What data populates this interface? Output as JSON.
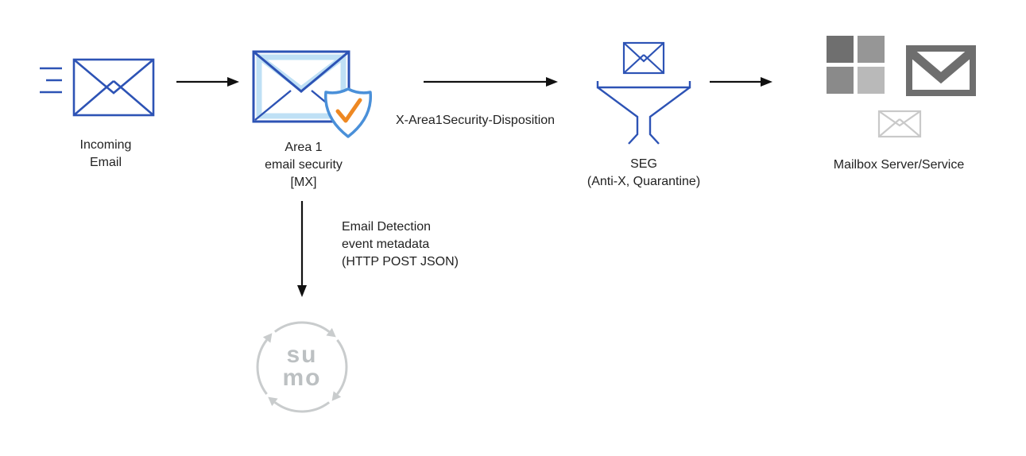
{
  "nodes": {
    "incoming_email": {
      "label_lines": [
        "Incoming",
        "Email"
      ]
    },
    "area1": {
      "label_lines": [
        "Area 1",
        "email security",
        "[MX]"
      ]
    },
    "seg": {
      "label_lines": [
        "SEG",
        "(Anti-X, Quarantine)"
      ]
    },
    "mailbox": {
      "label": "Mailbox Server/Service"
    },
    "sumo_logic": {
      "wordmark_lines": [
        "su",
        "mo"
      ]
    }
  },
  "edge_labels": {
    "area1_to_seg": "X-Area1Security-Disposition",
    "area1_to_sumo": [
      "Email Detection",
      "event metadata",
      "(HTTP POST JSON)"
    ]
  },
  "icons": {
    "incoming_email": "envelope-speed-lines-icon",
    "area1": "envelope-shield-check-icon",
    "seg": "envelope-funnel-icon",
    "mailbox": [
      "microsoft-squares-icon",
      "gmail-envelope-icon",
      "envelope-outline-icon"
    ],
    "sumo_logic": "circular-arrows-logo-icon"
  },
  "colors": {
    "flow_blue": "#2d53b5",
    "light_blue_fill": "#bfe0f5",
    "shield_blue": "#4a90d9",
    "check_orange": "#ee8822",
    "arrow_black": "#111111",
    "microsoft_grays": [
      "#6f6f6f",
      "#969696",
      "#8a8a8a",
      "#b9b9b9"
    ],
    "gmail_gray": "#6e6e6e",
    "faded_envelope_gray": "#c9c9c9",
    "sumo_gray": "#c9cccd",
    "label_text": "#222222"
  }
}
